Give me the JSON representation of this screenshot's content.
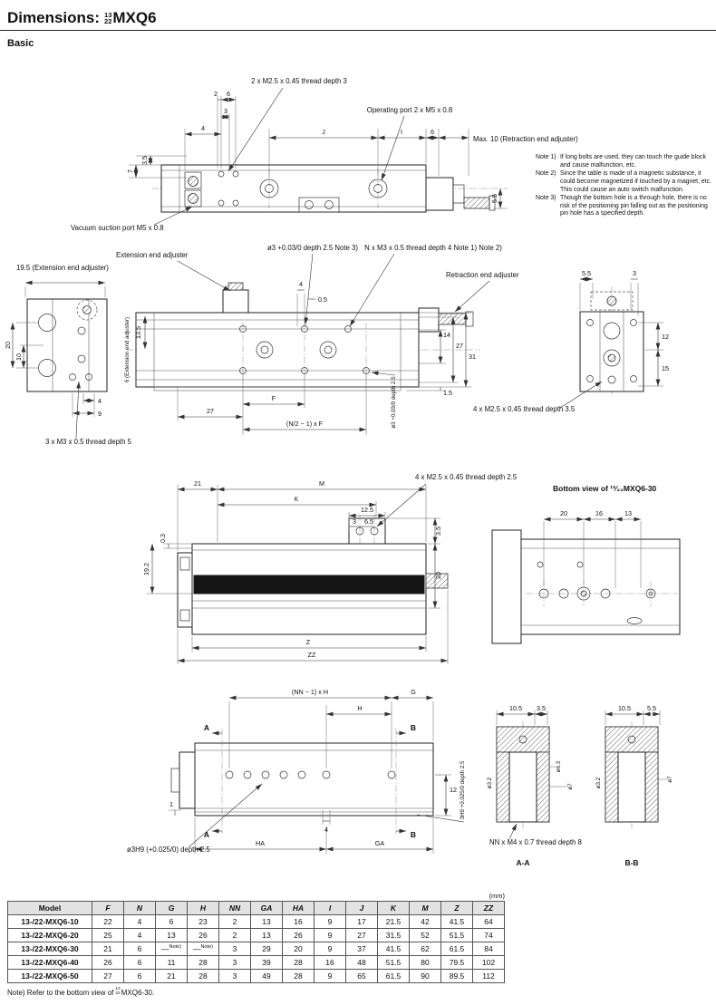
{
  "header": {
    "title_prefix": "Dimensions:",
    "frac_num": "13",
    "frac_den": "22",
    "title_model": "MXQ6",
    "subtitle": "Basic"
  },
  "notes": {
    "note1_label": "Note 1)",
    "note1": "If long bolts are used, they can touch the guide block and cause malfunction, etc.",
    "note2_label": "Note 2)",
    "note2": "Since the table is made of a magnetic substance, it could become magnetized if touched by a magnet, etc. This could cause an auto switch malfunction.",
    "note3_label": "Note 3)",
    "note3": "Though the bottom hole is a through hole, there is no risk of the positioning pin falling out as the positioning pin hole has a specified depth."
  },
  "top_view": {
    "label_thread": "2 x M2.5 x 0.45 thread depth 3",
    "label_port": "Operating port 2 x M5 x 0.8",
    "label_max10": "Max. 10 (Retraction end adjuster)",
    "label_vacuum": "Vacuum suction port M5 x 0.8",
    "dim_2": "2",
    "dim_6a": "6",
    "dim_3": "3",
    "dim_4": "4",
    "dim_J": "J",
    "dim_I": "I",
    "dim_6b": "6",
    "dim_3_5": "3.5",
    "dim_7": "7",
    "dim_5_5": "5.5"
  },
  "side_view": {
    "label_195": "19.5 (Extension end adjuster)",
    "label_ext_adj": "Extension end adjuster",
    "label_phi3_top": "ø3 +0.03/0 depth 2.5  Note 3)",
    "label_nxm3": "N x M3 x 0.5 thread depth 4  Note 1) Note 2)",
    "label_ret_adj": "Retraction end adjuster",
    "label_3xm3": "3 x M3 x 0.5 thread depth 5",
    "label_4xm25": "4 x M2.5 x 0.45 thread depth 3.5",
    "label_6ext": "6 (Extension end adjuster)",
    "label_phi3_rot": "ø3 +0.03/0 depth 2.5",
    "dim_20": "20",
    "dim_10": "10",
    "dim_4a": "4",
    "dim_9": "9",
    "dim_13_5": "13.5",
    "dim_4b": "4",
    "dim_0_5": "0.5",
    "dim_14": "14",
    "dim_27a": "27",
    "dim_31": "31",
    "dim_1_5": "1.5",
    "dim_F": "F",
    "dim_27b": "27",
    "dim_NF": "(N/2 − 1) x F",
    "dim_5_5": "5.5",
    "dim_3": "3",
    "dim_12": "12",
    "dim_15": "15"
  },
  "bottom_profile": {
    "dim_21": "21",
    "dim_M": "M",
    "dim_K": "K",
    "dim_12_5": "12.5",
    "dim_3": "3",
    "dim_6_5": "6.5",
    "label_4xm25": "4 x M2.5 x 0.45 thread depth 2.5",
    "dim_0_3": "0.3",
    "dim_19_2": "19.2",
    "dim_3_5": "3.5",
    "dim_20": "20",
    "dim_Z": "Z",
    "dim_ZZ": "ZZ",
    "bottom_view_title": "Bottom view of ¹³⁄₂₂MXQ6-30",
    "dim_bv20": "20",
    "dim_bv16": "16",
    "dim_bv13": "13"
  },
  "section_view": {
    "dim_nnh": "(NN − 1) x H",
    "dim_G": "G",
    "dim_H": "H",
    "mark_A": "A",
    "mark_B": "B",
    "dim_12": "12",
    "label_3h9_rot": "3H9 +0.025/0 depth 2.5",
    "dim_1": "1",
    "dim_4": "4",
    "dim_HA": "HA",
    "dim_GA": "GA",
    "label_phi3h9": "ø3H9 (+0.025/0) depth 2.5",
    "label_nnm4": "NN x M4 x 0.7 thread depth 8",
    "aa": {
      "dim_10_5": "10.5",
      "dim_3_5": "3.5",
      "phi32": "ø3.2",
      "phi63": "ø6.3",
      "phi7": "ø7",
      "title": "A-A"
    },
    "bb": {
      "dim_10_5": "10.5",
      "dim_5_5": "5.5",
      "phi32": "ø3.2",
      "phi7": "ø7",
      "title": "B-B"
    }
  },
  "table": {
    "unit": "(mm)",
    "note_sup": "Note)",
    "headers": {
      "model": "Model",
      "F": "F",
      "N": "N",
      "G": "G",
      "H": "H",
      "NN": "NN",
      "GA": "GA",
      "HA": "HA",
      "I": "I",
      "J": "J",
      "K": "K",
      "M": "M",
      "Z": "Z",
      "ZZ": "ZZ"
    },
    "rows": [
      {
        "model": "13-/22-MXQ6-10",
        "F": "22",
        "N": "4",
        "G": "6",
        "H": "23",
        "NN": "2",
        "GA": "13",
        "HA": "16",
        "I": "9",
        "J": "17",
        "K": "21.5",
        "M": "42",
        "Z": "41.5",
        "ZZ": "64"
      },
      {
        "model": "13-/22-MXQ6-20",
        "F": "25",
        "N": "4",
        "G": "13",
        "H": "26",
        "NN": "2",
        "GA": "13",
        "HA": "26",
        "I": "9",
        "J": "27",
        "K": "31.5",
        "M": "52",
        "Z": "51.5",
        "ZZ": "74"
      },
      {
        "model": "13-/22-MXQ6-30",
        "F": "21",
        "N": "6",
        "G": "—",
        "H": "—",
        "NN": "3",
        "GA": "29",
        "HA": "20",
        "I": "9",
        "J": "37",
        "K": "41.5",
        "M": "62",
        "Z": "61.5",
        "ZZ": "84"
      },
      {
        "model": "13-/22-MXQ6-40",
        "F": "26",
        "N": "6",
        "G": "11",
        "H": "28",
        "NN": "3",
        "GA": "39",
        "HA": "28",
        "I": "16",
        "J": "48",
        "K": "51.5",
        "M": "80",
        "Z": "79.5",
        "ZZ": "102"
      },
      {
        "model": "13-/22-MXQ6-50",
        "F": "27",
        "N": "6",
        "G": "21",
        "H": "28",
        "NN": "3",
        "GA": "49",
        "HA": "28",
        "I": "9",
        "J": "65",
        "K": "61.5",
        "M": "90",
        "Z": "89.5",
        "ZZ": "112"
      }
    ]
  },
  "footnote": {
    "prefix": "Note) Refer to the bottom view of",
    "frac_num": "13",
    "frac_den": "22",
    "suffix": "MXQ6-30."
  }
}
